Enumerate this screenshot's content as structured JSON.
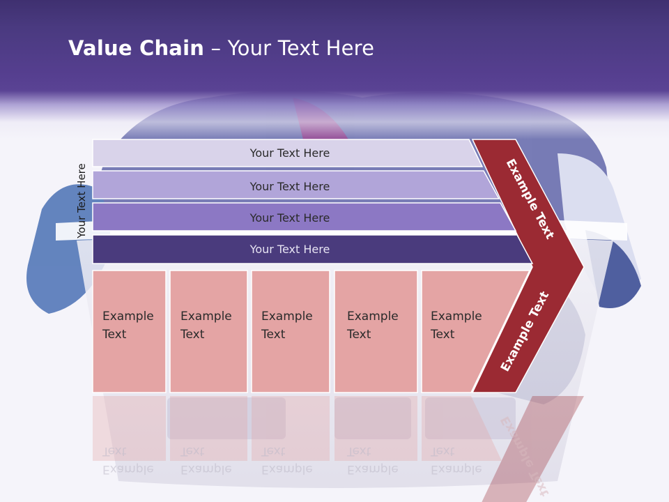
{
  "title": {
    "bold": "Value Chain",
    "regular": " – Your Text Here"
  },
  "side_label": "Your Text Here",
  "bars": [
    {
      "label": "Your Text Here",
      "color": "#d9d3ea"
    },
    {
      "label": "Your Text Here",
      "color": "#b1a5d9"
    },
    {
      "label": "Your Text Here",
      "color": "#8c78c4"
    },
    {
      "label": "Your Text Here",
      "color": "#4a3b7d"
    }
  ],
  "cells": [
    {
      "line1": "Example",
      "line2": "Text"
    },
    {
      "line1": "Example",
      "line2": "Text"
    },
    {
      "line1": "Example",
      "line2": "Text"
    },
    {
      "line1": "Example",
      "line2": "Text"
    },
    {
      "line1": "Example",
      "line2": "Text"
    }
  ],
  "chevron": {
    "upper_text": "Example Text",
    "lower_text": "Example Text"
  },
  "colors": {
    "header": "#4f3b88",
    "cell_fill": "#e4a4a4",
    "chevron_fill": "#9b2a33"
  }
}
